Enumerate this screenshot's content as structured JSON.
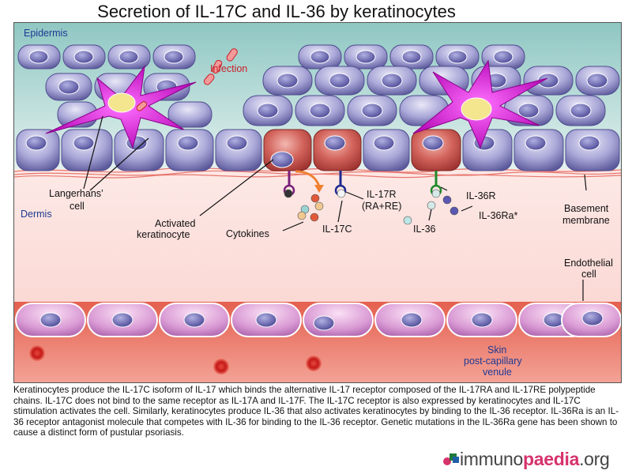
{
  "title": "Secretion of IL-17C and IL-36 by keratinocytes",
  "regions": {
    "epidermis": "Epidermis",
    "dermis": "Dermis",
    "venule": [
      "Skin",
      "post-capillary",
      "venule"
    ]
  },
  "labels": {
    "infection": "Infection",
    "langerhans": [
      "Langerhans’",
      "cell"
    ],
    "activated": [
      "Activated",
      "keratinocyte"
    ],
    "cytokines": "Cytokines",
    "il17r": [
      "IL-17R",
      "(RA+RE)"
    ],
    "il17c": "IL-17C",
    "il36": "IL-36",
    "il36r": "IL-36R",
    "il36ra": "IL-36Ra*",
    "basement": [
      "Basement",
      "membrane"
    ],
    "endothelial": [
      "Endothelial",
      "cell"
    ]
  },
  "caption": "Keratinocytes produce the IL-17C isoform of IL-17 which binds the alternative IL-17 receptor composed of the IL-17RA and IL-17RE polypeptide chains. IL-17C does not bind to the same receptor as IL-17A and IL-17F. The IL-17C receptor is also expressed by keratinocytes and IL-17C stimulation activates the cell. Similarly, keratinocytes produce IL-36 that also activates keratinocytes by binding to the IL-36 receptor. IL-36Ra is an IL-36 receptor antagonist molecule that competes with IL-36 for binding to the IL-36 receptor. Genetic mutations in the IL-36Ra gene has been shown to cause a distinct form of pustular psoriasis.",
  "logo": {
    "part1": "immuno",
    "part2": "paedia",
    "part3": ".org"
  },
  "colors": {
    "epidermis_bg": "#cfe7e3",
    "dermis_bg": "#fbe3e1",
    "venule_bg": "#e8705e",
    "keratinocyte": "#8f8dc9",
    "activated": "#c9554f",
    "langerhans": "#cc11cc",
    "endothelial": "#d98bd2"
  }
}
